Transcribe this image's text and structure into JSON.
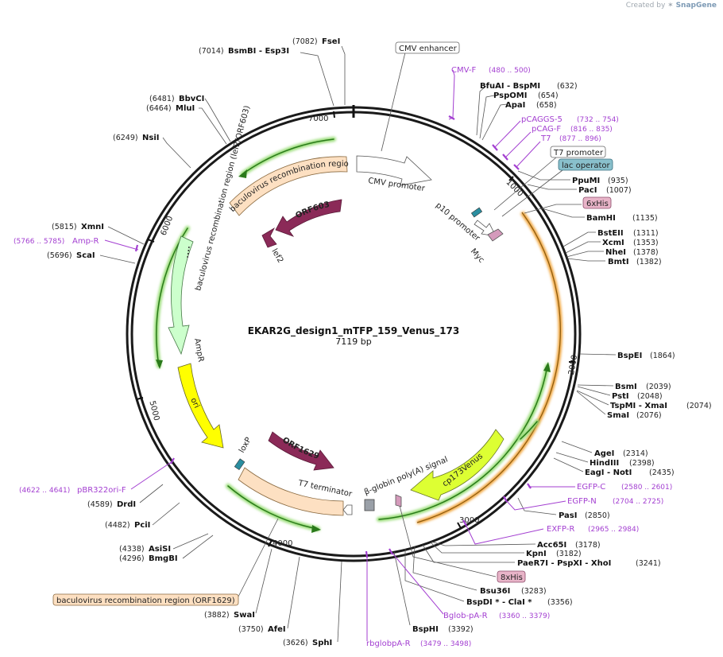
{
  "credit": {
    "created": "Created by",
    "brand": "SnapGene"
  },
  "plasmid": {
    "name": "EKAR2G_design1_mTFP_159_Venus_173",
    "size_label": "7119 bp",
    "length": 7119
  },
  "ticks": [
    "1000",
    "2000",
    "3000",
    "4000",
    "5000",
    "6000",
    "7000"
  ],
  "enzymes": [
    {
      "name": "FseI",
      "pos": "(7082)"
    },
    {
      "name": "BsmBI  - Esp3I",
      "pos": "(7014)"
    },
    {
      "name": "BbvCI",
      "pos": "(6481)"
    },
    {
      "name": "MluI",
      "pos": "(6464)"
    },
    {
      "name": "NsiI",
      "pos": "(6249)"
    },
    {
      "name": "XmnI",
      "pos": "(5815)"
    },
    {
      "name": "ScaI",
      "pos": "(5696)"
    },
    {
      "name": "DrdI",
      "pos": "(4589)"
    },
    {
      "name": "PciI",
      "pos": "(4482)"
    },
    {
      "name": "AsiSI",
      "pos": "(4338)"
    },
    {
      "name": "BmgBI",
      "pos": "(4296)"
    },
    {
      "name": "SwaI",
      "pos": "(3882)"
    },
    {
      "name": "AfeI",
      "pos": "(3750)"
    },
    {
      "name": "SphI",
      "pos": "(3626)"
    },
    {
      "name": "BfuAI  - BspMI",
      "pos": "(632)"
    },
    {
      "name": "PspOMI",
      "pos": "(654)"
    },
    {
      "name": "ApaI",
      "pos": "(658)"
    },
    {
      "name": "PpuMI",
      "pos": "(935)"
    },
    {
      "name": "PacI",
      "pos": "(1007)"
    },
    {
      "name": "BamHI",
      "pos": "(1135)"
    },
    {
      "name": "BstEII",
      "pos": "(1311)"
    },
    {
      "name": "XcmI",
      "pos": "(1353)"
    },
    {
      "name": "NheI",
      "pos": "(1378)"
    },
    {
      "name": "BmtI",
      "pos": "(1382)"
    },
    {
      "name": "BspEI",
      "pos": "(1864)"
    },
    {
      "name": "BsmI",
      "pos": "(2039)"
    },
    {
      "name": "PstI",
      "pos": "(2048)"
    },
    {
      "name": "TspMI  - XmaI",
      "pos": "(2074)"
    },
    {
      "name": "SmaI",
      "pos": "(2076)"
    },
    {
      "name": "AgeI",
      "pos": "(2314)"
    },
    {
      "name": "HindIII",
      "pos": "(2398)"
    },
    {
      "name": "EagI  - NotI",
      "pos": "(2435)"
    },
    {
      "name": "PasI",
      "pos": "(2850)"
    },
    {
      "name": "Acc65I",
      "pos": "(3178)"
    },
    {
      "name": "KpnI",
      "pos": "(3182)"
    },
    {
      "name": "PaeR7I  - PspXI  - XhoI",
      "pos": "(3241)"
    },
    {
      "name": "Bsu36I",
      "pos": "(3283)"
    },
    {
      "name": "BspDI *  - ClaI *",
      "pos": "(3356)"
    },
    {
      "name": "BspHI",
      "pos": "(3392)"
    }
  ],
  "primers": [
    {
      "name": "CMV-F",
      "range": "(480 .. 500)"
    },
    {
      "name": "pCAGGS-5",
      "range": "(732 .. 754)"
    },
    {
      "name": "pCAG-F",
      "range": "(816 .. 835)"
    },
    {
      "name": "T7",
      "range": "(877 .. 896)"
    },
    {
      "name": "Amp-R",
      "range": "(5766 .. 5785)"
    },
    {
      "name": "pBR322ori-F",
      "range": "(4622 .. 4641)"
    },
    {
      "name": "EGFP-C",
      "range": "(2580 .. 2601)"
    },
    {
      "name": "EGFP-N",
      "range": "(2704 .. 2725)"
    },
    {
      "name": "EXFP-R",
      "range": "(2965 .. 2984)"
    },
    {
      "name": "Bglob-pA-R",
      "range": "(3360 .. 3379)"
    },
    {
      "name": "rbglobpA-R",
      "range": "(3479 .. 3498)"
    }
  ],
  "boxed_features": [
    {
      "name": "CMV enhancer"
    },
    {
      "name": "T7 promoter"
    },
    {
      "name": "lac operator"
    },
    {
      "name": "6xHis"
    },
    {
      "name": "8xHis"
    },
    {
      "name": "baculovirus recombination region (ORF1629)"
    }
  ],
  "inner_features": {
    "cmv_promoter": "CMV promoter",
    "p10_promoter": "p10 promoter",
    "myc": "Myc",
    "baculo_lef2": "baculovirus recombination region (lef2/ORF603)",
    "orf603": "ORF603",
    "lef2": "lef2",
    "ampr": "AmpR",
    "ori": "ori",
    "loxp": "loxP",
    "orf1629": "ORF1629",
    "t7_terminator": "T7 terminator",
    "bglobin": "β-globin poly(A) signal",
    "cp173venus": "cp173Venus"
  },
  "colors": {
    "primer": "#a33fd1",
    "orf": "#8b2a58",
    "ampr": "#ccffcc",
    "ori": "#ffff00",
    "baculo": "#fde0c2",
    "venus": "#ddff33",
    "his": "#e8b4c8",
    "lac": "#89c0cc",
    "orange_arc": "#f0a030",
    "green_arc": "#449933"
  }
}
